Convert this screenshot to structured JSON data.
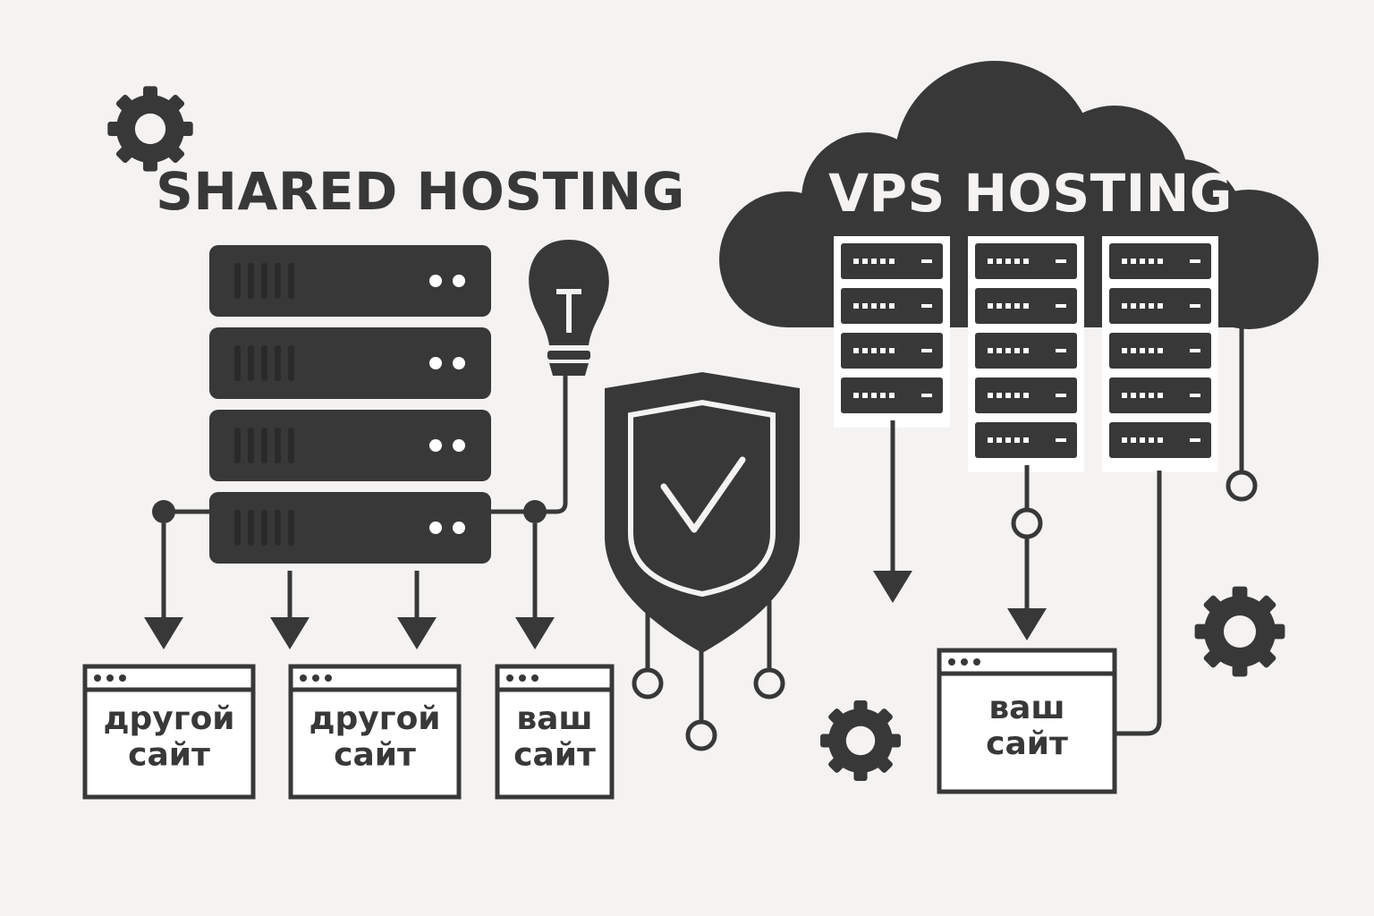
{
  "colors": {
    "background": "#f4f3f1",
    "ink": "#383838",
    "paper": "#ffffff"
  },
  "shared": {
    "title": "SHARED HOSTING",
    "sites": [
      {
        "line1": "другой",
        "line2": "сайт"
      },
      {
        "line1": "другой",
        "line2": "сайт"
      },
      {
        "line1": "ваш",
        "line2": "сайт"
      }
    ]
  },
  "vps": {
    "title": "VPS HOSTING",
    "site": {
      "line1": "ваш",
      "line2": "сайт"
    }
  },
  "icons": [
    "gear-icon",
    "lightbulb-icon",
    "shield-check-icon",
    "server-rack-icon",
    "cloud-icon",
    "browser-window-icon",
    "arrow-down-icon"
  ]
}
